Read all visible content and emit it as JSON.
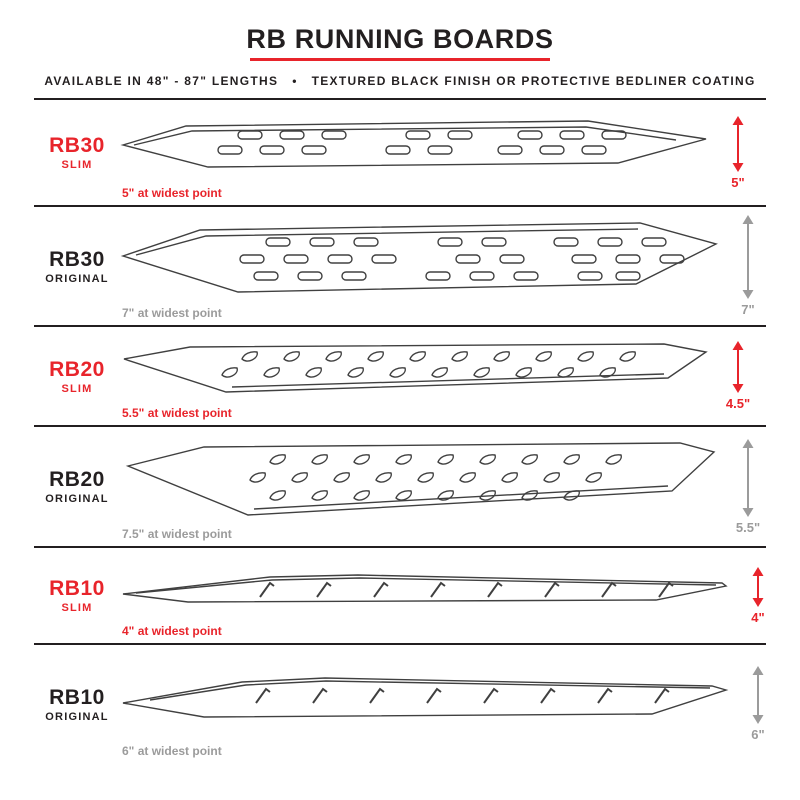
{
  "page": {
    "title": "RB RUNNING BOARDS",
    "subtitle": "AVAILABLE IN 48\" - 87\" LENGTHS   •   TEXTURED BLACK FINISH OR PROTECTIVE BEDLINER COATING"
  },
  "colors": {
    "accent_red": "#e8242b",
    "muted_gray": "#9b9b9b",
    "ink": "#231f20"
  },
  "rows": [
    {
      "model": "RB30",
      "variant": "SLIM",
      "style": "slim",
      "widest_label": "5\" at widest point",
      "height_label": "5\""
    },
    {
      "model": "RB30",
      "variant": "ORIGINAL",
      "style": "orig",
      "widest_label": "7\" at widest point",
      "height_label": "7\""
    },
    {
      "model": "RB20",
      "variant": "SLIM",
      "style": "slim",
      "widest_label": "5.5\" at widest point",
      "height_label": "4.5\""
    },
    {
      "model": "RB20",
      "variant": "ORIGINAL",
      "style": "orig",
      "widest_label": "7.5\" at widest point",
      "height_label": "5.5\""
    },
    {
      "model": "RB10",
      "variant": "SLIM",
      "style": "slim",
      "widest_label": "4\" at widest point",
      "height_label": "4\""
    },
    {
      "model": "RB10",
      "variant": "ORIGINAL",
      "style": "orig",
      "widest_label": "6\" at widest point",
      "height_label": "6\""
    }
  ]
}
